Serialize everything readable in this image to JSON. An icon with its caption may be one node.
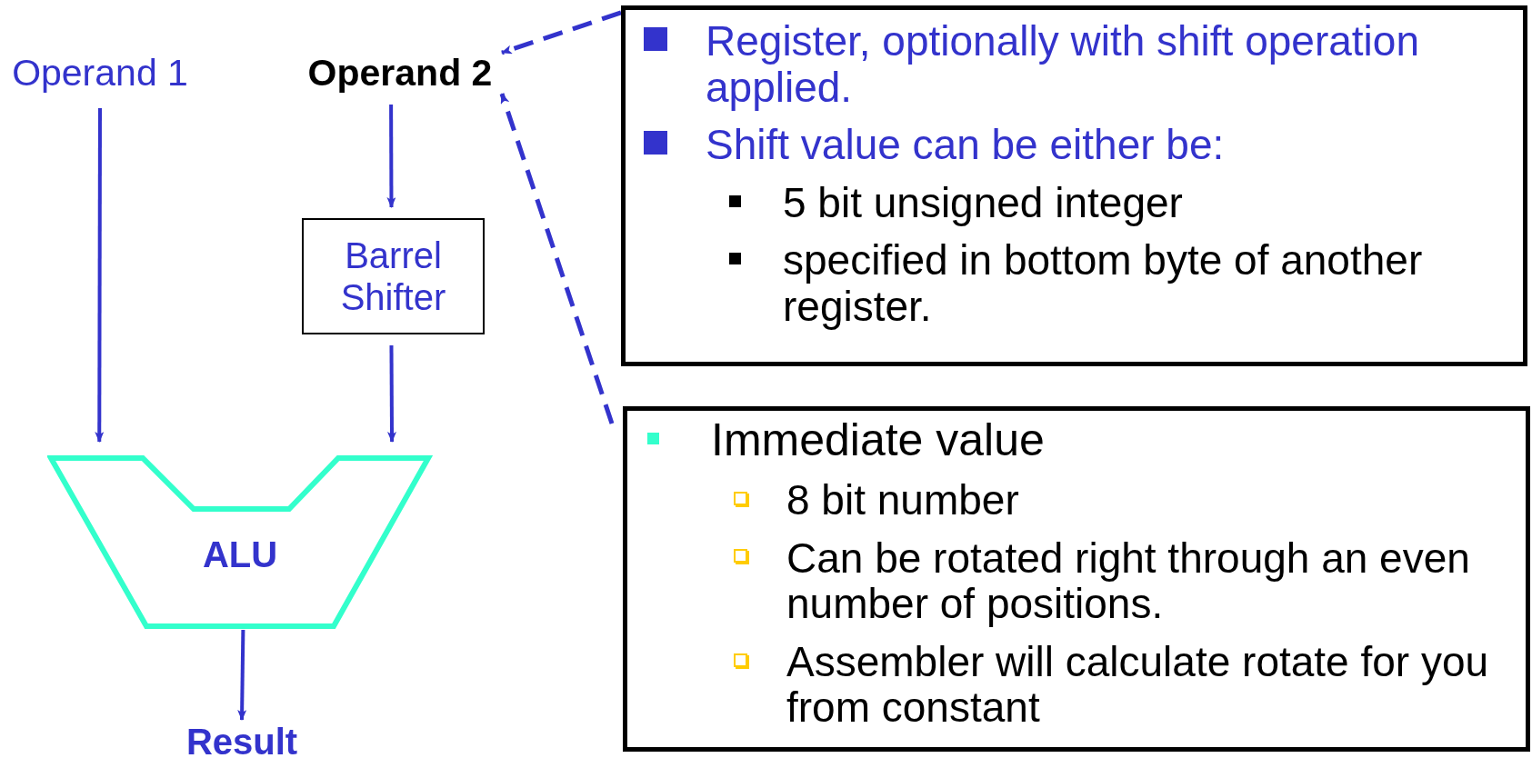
{
  "diagram": {
    "nodes": [
      {
        "text": [
          "Operand 1"
        ]
      },
      {
        "text": [
          "Operand 2"
        ]
      },
      {
        "text": [
          "Barrel Shifter"
        ]
      },
      {
        "text": [
          "ALU"
        ]
      },
      {
        "text": [
          "Result"
        ]
      },
      {
        "text": [
          "Register, optionally with shift operation applied.",
          "Shift value can be either be:",
          "5 bit unsigned integer",
          "specified in bottom byte of another register."
        ]
      },
      {
        "text": [
          "Immediate value",
          "8 bit number",
          "Can be rotated right through an even number of positions.",
          "Assembler will calculate rotate for you from constant"
        ]
      }
    ],
    "edges": [
      {
        "from": 0,
        "to": 3,
        "arrow": "to"
      },
      {
        "from": 1,
        "to": 2,
        "arrow": "to"
      },
      {
        "from": 2,
        "to": 3,
        "arrow": "to"
      },
      {
        "from": 3,
        "to": 4,
        "arrow": "to"
      },
      {
        "from": 5,
        "to": 1,
        "arrow": "to",
        "style": "dashed"
      },
      {
        "from": 6,
        "to": 1,
        "arrow": "to",
        "style": "dashed"
      }
    ]
  }
}
